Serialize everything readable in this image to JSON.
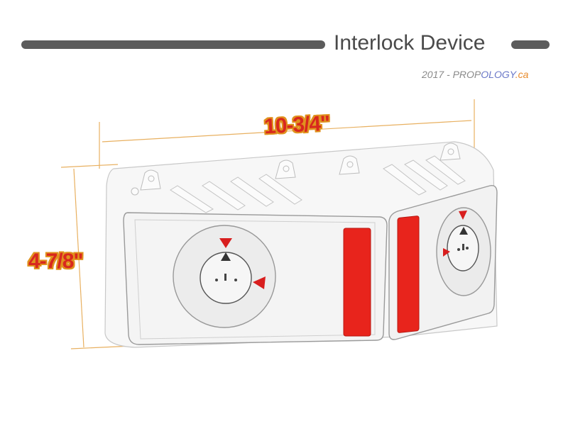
{
  "header": {
    "title": "Interlock Device",
    "credit_parts": [
      "2017 - PROP",
      "OLOGY",
      ".ca"
    ]
  },
  "dimensions": {
    "width_label": "10-3/4\"",
    "height_label": "4-7/8\""
  },
  "colors": {
    "bar": "#5c5c5c",
    "dimension_text": "#d8281e",
    "dimension_outline": "#e0921e",
    "dimension_line": "#e8b060",
    "reflector": "#e8241c",
    "arrow": "#d81e1e"
  }
}
